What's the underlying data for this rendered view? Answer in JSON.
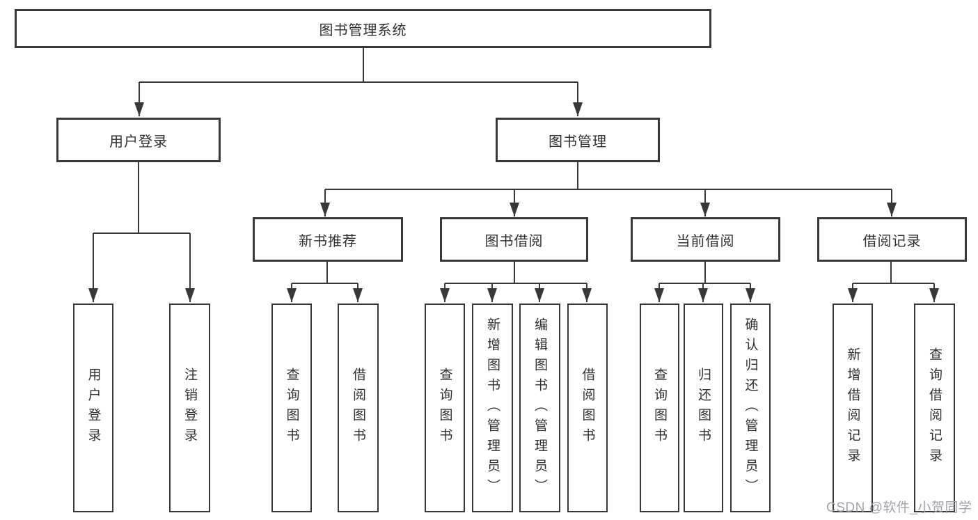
{
  "diagram_title": "图书管理系统",
  "nodes": {
    "root": "图书管理系统",
    "user_login": "用户登录",
    "book_mgmt": "图书管理",
    "new_book_rec": "新书推荐",
    "book_borrow": "图书借阅",
    "current_borrow": "当前借阅",
    "borrow_records": "借阅记录",
    "leaf_user_login": "用户登录",
    "leaf_logout": "注销登录",
    "leaf_query_book_a": "查询图书",
    "leaf_borrow_book_a": "借阅图书",
    "leaf_query_book_b": "查询图书",
    "leaf_add_book": "新增图书（管理员）",
    "leaf_edit_book": "编辑图书（管理员）",
    "leaf_borrow_book_b": "借阅图书",
    "leaf_query_book_c": "查询图书",
    "leaf_return_book": "归还图书",
    "leaf_confirm_return": "确认归还（管理员）",
    "leaf_add_record": "新增借阅记录",
    "leaf_query_record": "查询借阅记录"
  },
  "watermark": "CSDN @软件_小贺同学",
  "colors": {
    "line": "#383838",
    "text": "#2f2f2f",
    "watermark": "#a2a2aa",
    "background": "#ffffff"
  }
}
